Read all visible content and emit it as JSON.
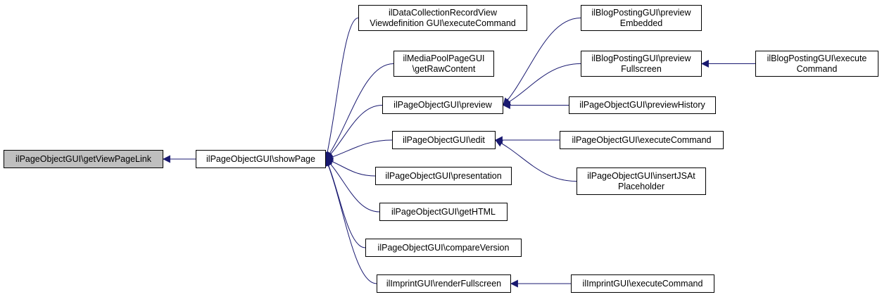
{
  "colors": {
    "edge": "#191970",
    "root_fill": "#bfbfbf",
    "node_fill": "#ffffff",
    "border": "#000000"
  },
  "nodes": {
    "getview": {
      "lines": [
        "ilPageObjectGUI\\getViewPageLink"
      ],
      "root": true
    },
    "showpage": {
      "lines": [
        "ilPageObjectGUI\\showPage"
      ]
    },
    "datacollection": {
      "lines": [
        "ilDataCollectionRecordView",
        "Viewdefinition GUI\\executeCommand"
      ]
    },
    "mediapool": {
      "lines": [
        "ilMediaPoolPageGUI",
        "\\getRawContent"
      ]
    },
    "preview": {
      "lines": [
        "ilPageObjectGUI\\preview"
      ]
    },
    "edit": {
      "lines": [
        "ilPageObjectGUI\\edit"
      ]
    },
    "presentation": {
      "lines": [
        "ilPageObjectGUI\\presentation"
      ]
    },
    "gethtml": {
      "lines": [
        "ilPageObjectGUI\\getHTML"
      ]
    },
    "compare": {
      "lines": [
        "ilPageObjectGUI\\compareVersion"
      ]
    },
    "imprintrender": {
      "lines": [
        "ilImprintGUI\\renderFullscreen"
      ]
    },
    "blogembedded": {
      "lines": [
        "ilBlogPostingGUI\\preview",
        "Embedded"
      ]
    },
    "blogfull": {
      "lines": [
        "ilBlogPostingGUI\\preview",
        "Fullscreen"
      ]
    },
    "previewhistory": {
      "lines": [
        "ilPageObjectGUI\\previewHistory"
      ]
    },
    "pageexec": {
      "lines": [
        "ilPageObjectGUI\\executeCommand"
      ]
    },
    "insertjs": {
      "lines": [
        "ilPageObjectGUI\\insertJSAt",
        "Placeholder"
      ]
    },
    "imprintexec": {
      "lines": [
        "ilImprintGUI\\executeCommand"
      ]
    },
    "blogexec": {
      "lines": [
        "ilBlogPostingGUI\\execute",
        "Command"
      ]
    }
  },
  "edges": [
    {
      "from": "showpage",
      "to": "getview"
    },
    {
      "from": "datacollection",
      "to": "showpage"
    },
    {
      "from": "mediapool",
      "to": "showpage"
    },
    {
      "from": "preview",
      "to": "showpage"
    },
    {
      "from": "edit",
      "to": "showpage"
    },
    {
      "from": "presentation",
      "to": "showpage"
    },
    {
      "from": "gethtml",
      "to": "showpage"
    },
    {
      "from": "compare",
      "to": "showpage"
    },
    {
      "from": "imprintrender",
      "to": "showpage"
    },
    {
      "from": "blogembedded",
      "to": "preview"
    },
    {
      "from": "blogfull",
      "to": "preview"
    },
    {
      "from": "previewhistory",
      "to": "preview"
    },
    {
      "from": "pageexec",
      "to": "edit"
    },
    {
      "from": "insertjs",
      "to": "edit"
    },
    {
      "from": "blogexec",
      "to": "blogfull"
    },
    {
      "from": "imprintexec",
      "to": "imprintrender"
    }
  ]
}
